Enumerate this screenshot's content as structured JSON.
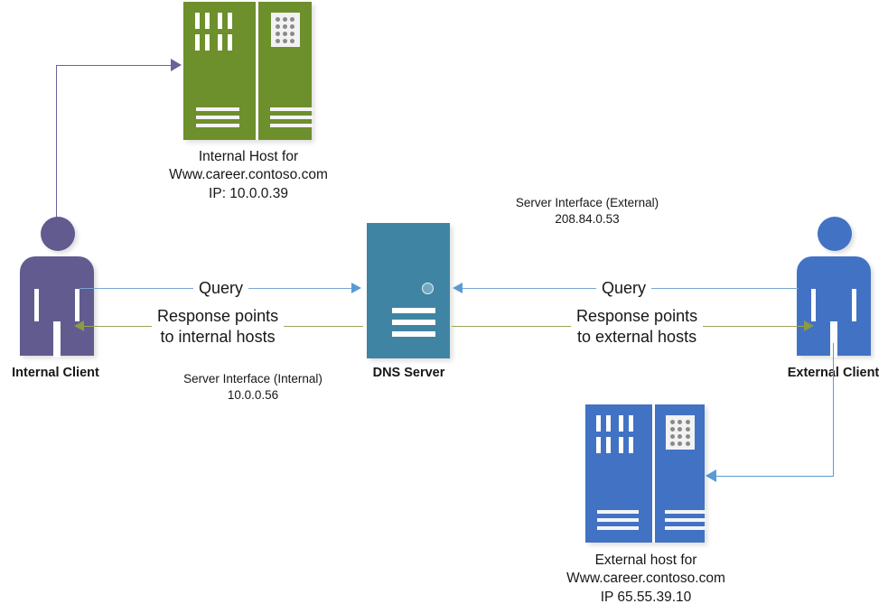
{
  "diagram": {
    "title": "DNS split-brain resolution diagram",
    "background": "#ffffff"
  },
  "colors": {
    "internal_host_green": "#6d8f2c",
    "external_host_blue": "#4272c4",
    "dns_server_teal": "#3f84a3",
    "internal_client_purple": "#615b8f",
    "external_client_blue": "#4272c4",
    "query_arrow_blue": "#7ba7d0",
    "response_arrow_olive": "#9aa557",
    "connector_purple": "#6a639a",
    "connector_blue": "#5b9bd5",
    "text_black": "#171717"
  },
  "nodes": {
    "internal_host": {
      "name": "internal-host",
      "caption_line1": "Internal Host for",
      "caption_line2": "Www.career.contoso.com",
      "caption_line3": "IP: 10.0.0.39",
      "color": "#6d8f2c"
    },
    "external_host": {
      "name": "external-host",
      "caption_line1": "External host for",
      "caption_line2": "Www.career.contoso.com",
      "caption_line3": "IP 65.55.39.10",
      "color": "#4272c4"
    },
    "dns_server": {
      "name": "dns-server",
      "label": "DNS Server",
      "color": "#3f84a3"
    },
    "internal_client": {
      "name": "internal-client",
      "label": "Internal Client",
      "color": "#615b8f"
    },
    "external_client": {
      "name": "external-client",
      "label": "External Client",
      "color": "#4272c4"
    }
  },
  "annotations": {
    "server_interface_internal_line1": "Server Interface (Internal)",
    "server_interface_internal_line2": "10.0.0.56",
    "server_interface_external_line1": "Server Interface (External)",
    "server_interface_external_line2": "208.84.0.53"
  },
  "flows": {
    "internal_query": {
      "label": "Query",
      "direction": "internal-client-to-dns-server"
    },
    "internal_response": {
      "label_line1": "Response points",
      "label_line2": "to internal hosts",
      "direction": "dns-server-to-internal-client"
    },
    "external_query": {
      "label": "Query",
      "direction": "external-client-to-dns-server"
    },
    "external_response": {
      "label_line1": "Response points",
      "label_line2": "to external hosts",
      "direction": "dns-server-to-external-client"
    },
    "internal_client_to_host": {
      "direction": "internal-client-to-internal-host"
    },
    "external_client_to_host": {
      "direction": "external-client-to-external-host"
    }
  }
}
